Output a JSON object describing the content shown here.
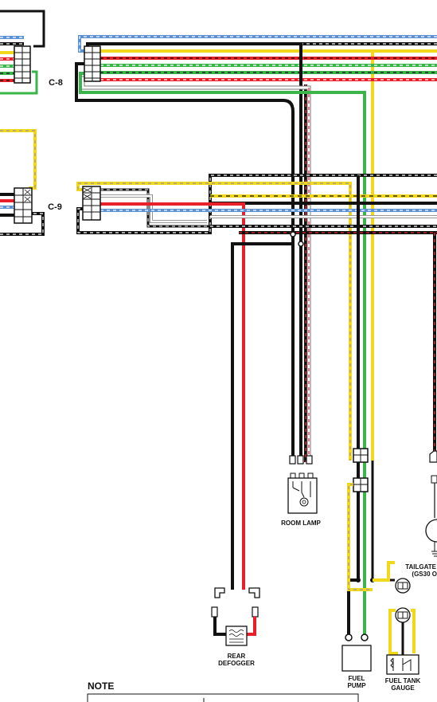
{
  "connectors": {
    "c8": "C-8",
    "c9": "C-9"
  },
  "components": {
    "room_lamp": "ROOM LAMP",
    "rear_defogger_line1": "REAR",
    "rear_defogger_line2": "DEFOGGER",
    "fuel_pump_line1": "FUEL",
    "fuel_pump_line2": "PUMP",
    "fuel_tank_gauge_line1": "FUEL TANK",
    "fuel_tank_gauge_line2": "GAUGE",
    "tailgate_line1": "TAILGATE",
    "tailgate_line2": "(GS30 O"
  },
  "note": {
    "title": "NOTE"
  },
  "wire_colors": {
    "black": "#111111",
    "red": "#e8202a",
    "yellow": "#f2d81a",
    "green": "#3bb54a",
    "blue": "#5b8fd6",
    "white": "#ffffff",
    "gray_outline": "#777777"
  }
}
